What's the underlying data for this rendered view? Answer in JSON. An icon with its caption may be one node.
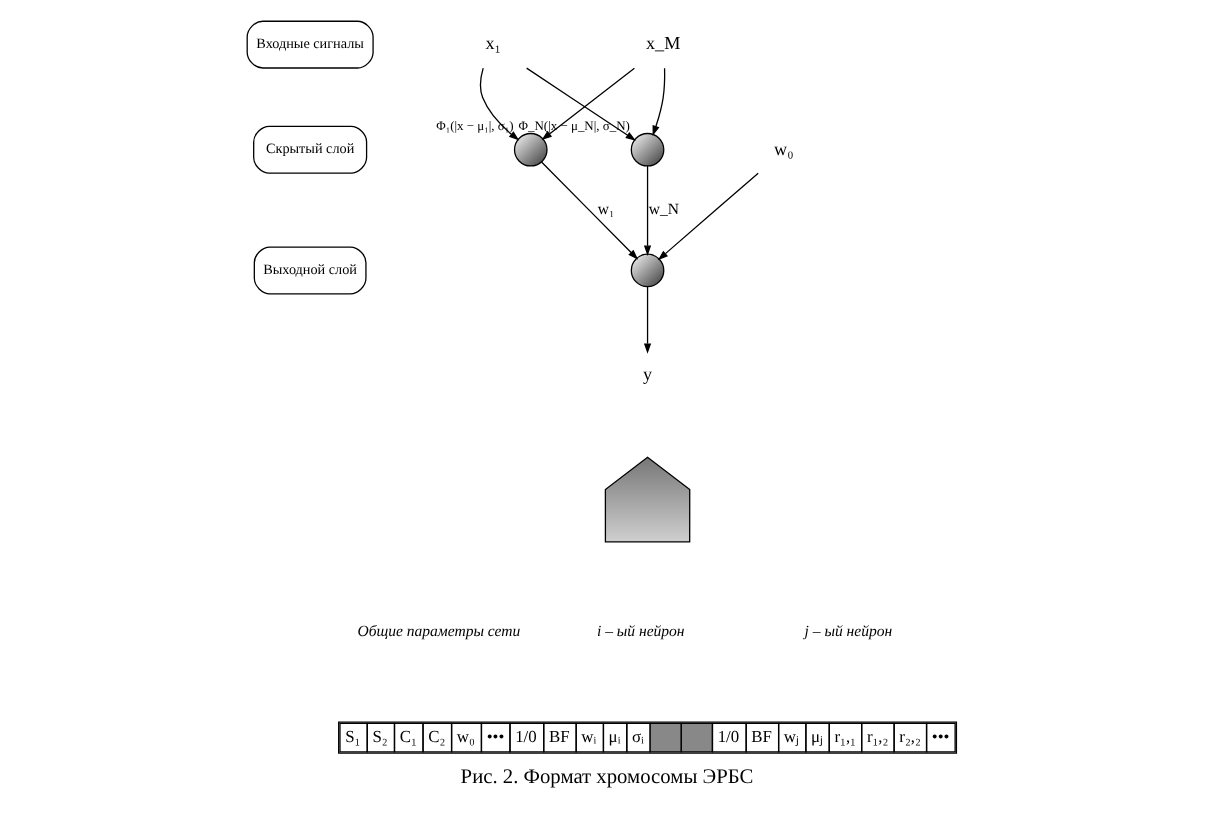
{
  "diagram": {
    "caption": "Рис. 2. Формат хромосомы ЭРБС",
    "nodes": [
      {
        "text": [
          "Входные сигналы"
        ]
      },
      {
        "text": [
          "Скрытый слой"
        ]
      },
      {
        "text": [
          "Выходной слой"
        ]
      },
      {
        "text": [
          "x₁"
        ]
      },
      {
        "text": [
          "x_M"
        ]
      },
      {
        "text": [],
        "shape": "circle",
        "beside": [
          "Φ₁(|x − μ₁|, σ₁)"
        ]
      },
      {
        "text": [],
        "shape": "circle",
        "beside": [
          "Φ_N(|x − μ_N|, σ_N)"
        ]
      },
      {
        "text": [],
        "shape": "circle"
      },
      {
        "text": [
          "w₀"
        ]
      },
      {
        "text": [
          "y"
        ]
      },
      {
        "text": [],
        "shape": "arrow"
      }
    ],
    "edges": [
      {
        "from": 3,
        "to": 5,
        "arrow": "to"
      },
      {
        "from": 3,
        "to": 6,
        "arrow": "to"
      },
      {
        "from": 4,
        "to": 5,
        "arrow": "to"
      },
      {
        "from": 4,
        "to": 6,
        "arrow": "to"
      },
      {
        "from": 5,
        "to": 7,
        "arrow": "to",
        "label": "w₁"
      },
      {
        "from": 6,
        "to": 7,
        "arrow": "to",
        "label": "w_N"
      },
      {
        "from": 8,
        "to": 7,
        "arrow": "to"
      },
      {
        "from": 7,
        "to": 9,
        "arrow": "to"
      }
    ],
    "labels": [
      "Общие параметры сети",
      "i – ый нейрон",
      "j – ый нейрон",
      "S₁",
      "S₂",
      "C₁",
      "C₂",
      "w₀",
      "•••",
      "1/0",
      "BF",
      "wᵢ",
      "μᵢ",
      "σᵢ",
      "1/0",
      "BF",
      "wⱼ",
      "μⱼ",
      "r₁,₁",
      "r₁,₂",
      "r₂,₂",
      "•••"
    ]
  }
}
